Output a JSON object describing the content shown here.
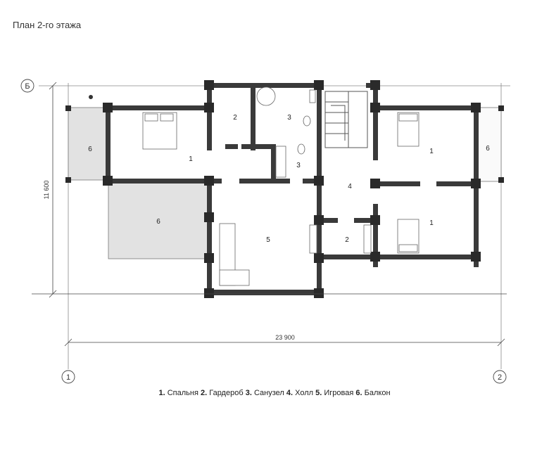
{
  "title": "План 2-го этажа",
  "axes": {
    "row_b": "Б",
    "col_1": "1",
    "col_2": "2"
  },
  "dimensions": {
    "width": "23 900",
    "height": "11 600"
  },
  "rooms": {
    "balcony_left_top": "6",
    "bedroom_left": "1",
    "wardrobe_top": "2",
    "bath_top": "3",
    "bath_middle": "3",
    "hall": "4",
    "bedroom_right_top": "1",
    "balcony_right": "6",
    "terrace_left": "6",
    "playroom": "5",
    "wardrobe_bottom": "2",
    "bedroom_right_bottom": "1"
  },
  "legend": [
    {
      "num": "1.",
      "label": "Спальня"
    },
    {
      "num": "2.",
      "label": "Гардероб"
    },
    {
      "num": "3.",
      "label": "Санузел"
    },
    {
      "num": "4.",
      "label": "Холл"
    },
    {
      "num": "5.",
      "label": "Игровая"
    },
    {
      "num": "6.",
      "label": "Балкон"
    }
  ],
  "colors": {
    "wall": "#3a3a3a",
    "balcony_fill": "#e2e2e2"
  }
}
